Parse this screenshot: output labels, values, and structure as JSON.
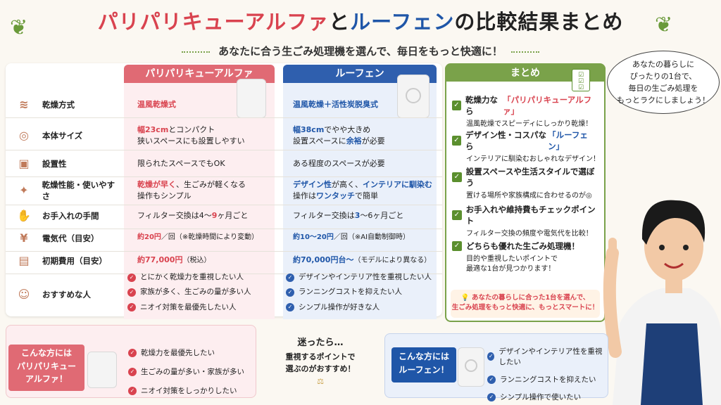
{
  "title": {
    "part1": "パリパリキューアルファ",
    "part2": "と",
    "part3": "ルーフェン",
    "part4": "の比較結果まとめ"
  },
  "subtitle": "あなたに合う生ごみ処理機を選んで、毎日をもっと快適に！",
  "columns": {
    "red": "パリパリキューアルファ",
    "blue": "ルーフェン"
  },
  "rows": [
    {
      "label": "乾燥方式",
      "icon": "heat-waves-icon",
      "red": "温風乾燥式",
      "blue": "温風乾燥＋活性炭脱臭式"
    },
    {
      "label": "本体サイズ",
      "icon": "tape-measure-icon",
      "red1": "幅23cm",
      "red2": "とコンパクト",
      "red3": "狭いスペースにも設置しやすい",
      "blue1": "幅38cm",
      "blue2": "でやや大きめ",
      "blue3a": "設置スペースに",
      "blue3b": "余裕",
      "blue3c": "が必要"
    },
    {
      "label": "設置性",
      "icon": "box-icon",
      "red": "限られたスペースでもOK",
      "blue": "ある程度のスペースが必要"
    },
    {
      "label": "乾燥性能・使いやすさ",
      "icon": "sparkle-icon",
      "red1a": "乾燥が早く",
      "red1b": "、生ごみが軽くなる",
      "red2": "操作もシンプル",
      "blue1a": "デザイン性",
      "blue1b": "が高く、",
      "blue1c": "インテリアに馴染む",
      "blue2a": "操作は",
      "blue2b": "ワンタッチ",
      "blue2c": "で簡単"
    },
    {
      "label": "お手入れの手間",
      "icon": "hand-icon",
      "red1": "フィルター交換は4〜",
      "red2": "9",
      "red3": "ヶ月ごと",
      "blue1": "フィルター交換は",
      "blue2": "3",
      "blue3": "〜6ヶ月ごと"
    },
    {
      "label": "電気代（目安）",
      "icon": "yen-icon",
      "red1": "約20円",
      "red2": "／回（※乾燥時間により変動）",
      "blue1": "約10〜20円",
      "blue2": "／回（※AI自動制御時）"
    },
    {
      "label": "初期費用（目安）",
      "icon": "wallet-icon",
      "red1": "約77,000円",
      "red2": "（税込）",
      "blue1": "約70,000円台〜",
      "blue2": "（モデルにより異なる）"
    }
  ],
  "recommend": {
    "label": "おすすめな人",
    "icon": "person-icon",
    "red": [
      "とにかく乾燥力を重視したい人",
      "家族が多く、生ごみの量が多い人",
      "ニオイ対策を最優先したい人"
    ],
    "blue": [
      "デザインやインテリア性を重視したい人",
      "ランニングコストを抑えたい人",
      "シンプル操作が好きな人"
    ]
  },
  "summary": {
    "title": "まとめ",
    "items": [
      {
        "t1": "乾燥力なら",
        "t2": "「パリパリキューアルファ」",
        "d": "温風乾燥でスピーディにしっかり乾燥！"
      },
      {
        "t1": "デザイン性・コスパなら",
        "t2": "「ルーフェン」",
        "d": "インテリアに馴染むおしゃれなデザイン！"
      },
      {
        "t1": "設置スペースや生活スタイルで選ぼう",
        "t2": "",
        "d": "置ける場所や家族構成に合わせるのが◎"
      },
      {
        "t1": "お手入れや維持費もチェックポイント",
        "t2": "",
        "d": "フィルター交換の頻度や電気代を比較！"
      },
      {
        "t1": "どちらも優れた生ごみ処理機！",
        "t2": "",
        "d1": "目的や重視したいポイントで",
        "d2": "最適な1台が見つかります！"
      }
    ],
    "tip1": "あなたの暮らしに合った1台を選んで、",
    "tip2": "生ごみ処理をもっと快適に、もっとスマートに！"
  },
  "bubble": [
    "あなたの暮らしに",
    "ぴったりの1台で、",
    "毎日の生ごみ処理を",
    "もっとラクにしましょう！"
  ],
  "bottom": {
    "red_tag": [
      "こんな方には",
      "パリパリキュー",
      "アルファ！"
    ],
    "red_items": [
      "乾燥力を最優先したい",
      "生ごみの量が多い・家族が多い",
      "ニオイ対策をしっかりしたい"
    ],
    "middle": [
      "迷ったら…",
      "重視するポイントで",
      "選ぶのがおすすめ！"
    ],
    "blue_tag": [
      "こんな方には",
      "ルーフェン！"
    ],
    "blue_items": [
      "デザインやインテリア性を重視したい",
      "ランニングコストを抑えたい",
      "シンプル操作で使いたい"
    ]
  }
}
